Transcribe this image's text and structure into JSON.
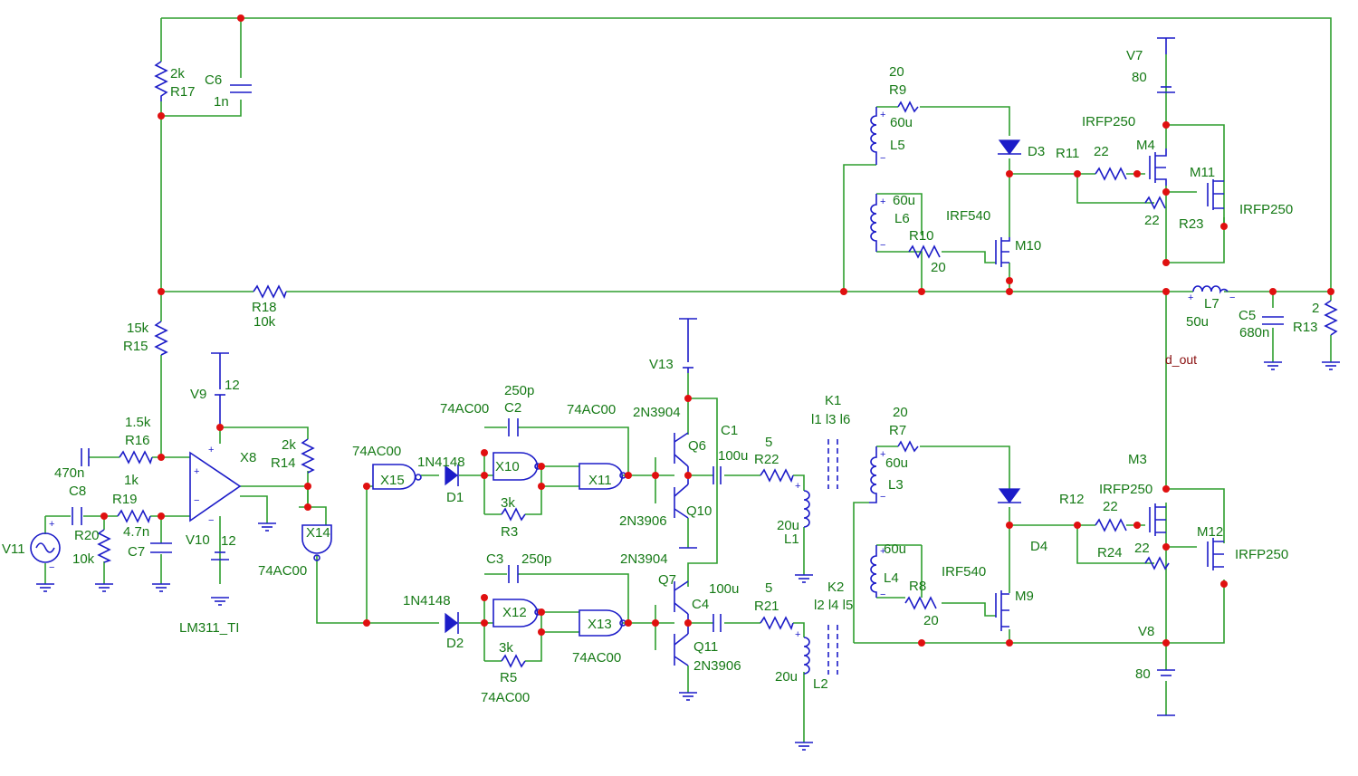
{
  "labels": {
    "R17_val": "2k",
    "R17": "R17",
    "C6": "C6",
    "C6_val": "1n",
    "R9_val": "20",
    "R9": "R9",
    "L5_val": "60u",
    "L5": "L5",
    "L6_val": "60u",
    "L6": "L6",
    "R10": "R10",
    "R10_val": "20",
    "IRF540_top": "IRF540",
    "M10": "M10",
    "D3": "D3",
    "R11": "R11",
    "R11_val": "22",
    "IRFP250_a": "IRFP250",
    "M4": "M4",
    "M11": "M11",
    "IRFP250_b": "IRFP250",
    "R23_val": "22",
    "R23": "R23",
    "V7": "V7",
    "V7_val": "80",
    "R18": "R18",
    "R18_val": "10k",
    "L7": "L7",
    "L7_val": "50u",
    "C5": "C5",
    "C5_val": "680n",
    "R13_val": "2",
    "R13": "R13",
    "d_out": "d_out",
    "R15_val": "15k",
    "R15": "R15",
    "V9": "V9",
    "V9_val": "12",
    "R16_val": "1.5k",
    "R16": "R16",
    "X8": "X8",
    "R14_val": "2k",
    "R14": "R14",
    "C8_val": "470n",
    "C8": "C8",
    "R19_val": "1k",
    "R19": "R19",
    "V11": "V11",
    "R20": "R20",
    "R20_val": "10k",
    "C7_val": "4.7n",
    "C7": "C7",
    "V10": "V10",
    "V10_val": "12",
    "LM311": "LM311_TI",
    "X14": "X14",
    "X14_type": "74AC00",
    "X15_type": "74AC00",
    "X15": "X15",
    "D1_type": "1N4148",
    "D1": "D1",
    "X10_type": "74AC00",
    "X10": "X10",
    "C2_val": "250p",
    "C2": "C2",
    "X11_type": "74AC00",
    "X11": "X11",
    "R3_val": "3k",
    "R3": "R3",
    "V13": "V13",
    "Q6_type": "2N3904",
    "Q6": "Q6",
    "Q10_type": "2N3906",
    "Q10": "Q10",
    "C1": "C1",
    "C1_val": "100u",
    "R22_val": "5",
    "R22": "R22",
    "L1_val": "20u",
    "L1": "L1",
    "K1": "K1",
    "K1_coils": "l1 l3 l6",
    "D2_type": "1N4148",
    "D2": "D2",
    "C3": "C3",
    "C3_val": "250p",
    "X12": "X12",
    "X13": "X13",
    "X13_type": "74AC00",
    "R5_val": "3k",
    "R5": "R5",
    "X12_type": "74AC00",
    "Q7_type": "2N3904",
    "Q7": "Q7",
    "C4": "C4",
    "C4_val": "100u",
    "R21_val": "5",
    "R21": "R21",
    "Q11": "Q11",
    "Q11_type": "2N3906",
    "L2_val": "20u",
    "L2": "L2",
    "K2": "K2",
    "K2_coils": "l2 l4 l5",
    "R7_val": "20",
    "R7": "R7",
    "L3_val": "60u",
    "L3": "L3",
    "L4_val": "60u",
    "L4": "L4",
    "R8": "R8",
    "R8_val": "20",
    "IRF540_bot": "IRF540",
    "M9": "M9",
    "D4": "D4",
    "R12": "R12",
    "R12_val": "22",
    "M3": "M3",
    "IRFP250_c": "IRFP250",
    "R24": "R24",
    "R24_val": "22",
    "M12": "M12",
    "IRFP250_d": "IRFP250",
    "V8": "V8",
    "V8_val": "80"
  },
  "colors": {
    "wire": "#2e9e2e",
    "component": "#1c1cc8",
    "junction": "#e01010",
    "label": "#167a16",
    "net_label": "#8a1010"
  }
}
